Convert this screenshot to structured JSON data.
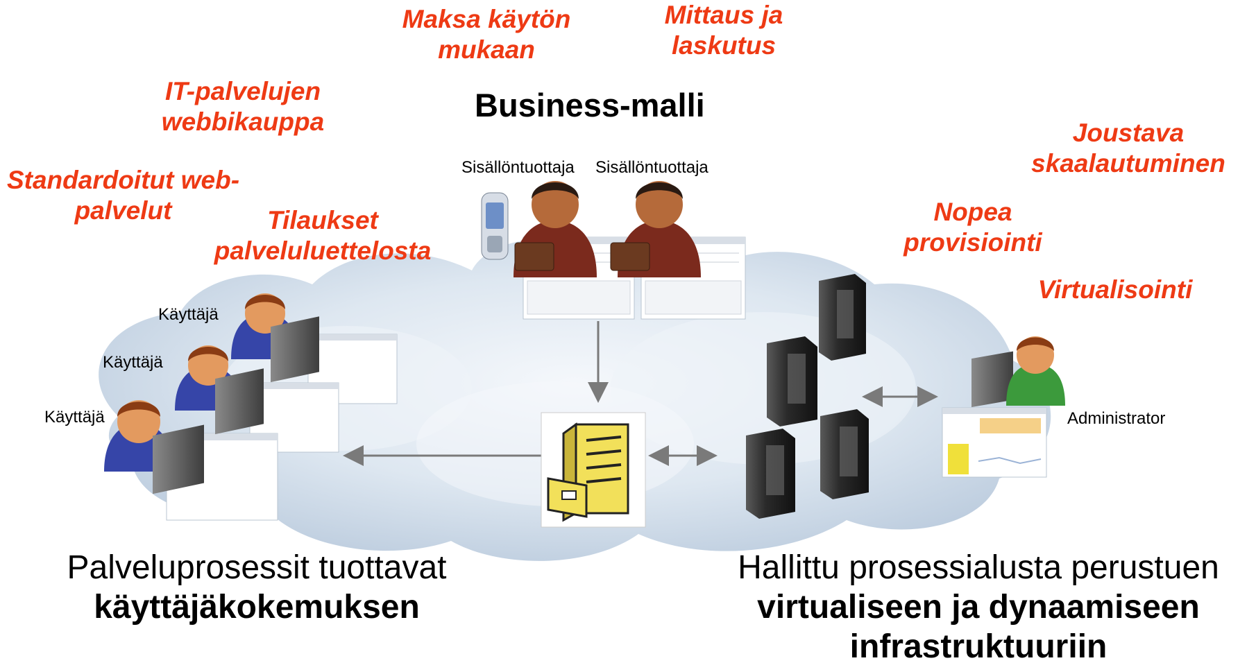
{
  "heading": "Business-malli",
  "features": {
    "pay_per_use": [
      "Maksa käytön",
      "mukaan"
    ],
    "metering": [
      "Mittaus ja",
      "laskutus"
    ],
    "it_webshop": [
      "IT-palvelujen",
      "webbikauppa"
    ],
    "standard_web": [
      "Standardoitut web-",
      "palvelut"
    ],
    "catalog_orders": [
      "Tilaukset",
      "palveluluettelosta"
    ],
    "flexible_scaling": [
      "Joustava",
      "skaalautuminen"
    ],
    "fast_provisioning": [
      "Nopea",
      "provisiointi"
    ],
    "virtualization": [
      "Virtualisointi"
    ]
  },
  "roles": {
    "content_producer_1": "Sisällöntuottaja",
    "content_producer_2": "Sisällöntuottaja",
    "user_1": "Käyttäjä",
    "user_2": "Käyttäjä",
    "user_3": "Käyttäjä",
    "administrator": "Administrator"
  },
  "captions": {
    "left_line1": "Palveluprosessit tuottavat",
    "left_line2": "käyttäjäkokemuksen",
    "right_line1": "Hallittu prosessialusta perustuen",
    "right_line2": "virtualiseen ja dynaamiseen",
    "right_line3": "infrastruktuuriin"
  },
  "colors": {
    "feature_text": "#ee3a14",
    "cloud": "#c9d8e8",
    "cabinet": "#f2e05a",
    "server": "#2b2b2b",
    "arrow": "#7a7a7a"
  },
  "icons": [
    "cloud",
    "person-icon",
    "phone-icon",
    "briefcase-icon",
    "monitor-icon",
    "screen-window",
    "file-cabinet-icon",
    "server-icon",
    "admin-dashboard"
  ]
}
